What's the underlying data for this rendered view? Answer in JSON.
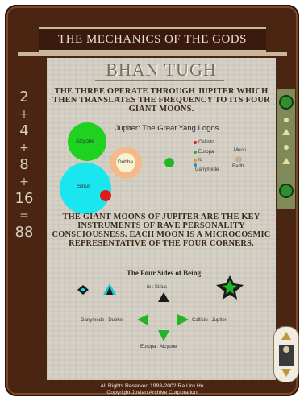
{
  "banner": {
    "title": "THE MECHANICS OF THE GODS"
  },
  "left_nav": {
    "items": [
      "2",
      "+",
      "4",
      "+",
      "8",
      "+",
      "16",
      "=",
      "88"
    ]
  },
  "page": {
    "title": "BHAN TUGH",
    "intro": "THE THREE OPERATE THROUGH JUPITER WHICH THEN TRANSLATES THE FREQUENCY TO ITS FOUR GIANT MOONS.",
    "paragraph": "THE GIANT MOONS OF JUPITER ARE THE KEY INSTRUMENTS OF RAVE PERSONALITY CONSCIOUSNESS. EACH MOON IS A MICROCOSMIC REPRESENTATIVE OF THE FOUR CORNERS."
  },
  "jupiter_diagram": {
    "title": "Jupiter: The Great Yang Logos",
    "bodies": {
      "alcyone": "Alcyone",
      "dubhe": "Dubhe",
      "sirius": "Sirius"
    },
    "moons": [
      "Callisto",
      "Europa",
      "Io",
      "Ganymede"
    ],
    "moon_label": "Moon",
    "earth_label": "Earth",
    "colors": {
      "alcyone": "#1fd21f",
      "dubhe": "#f3b98a",
      "sirius": "#19e6ee",
      "red_dot": "#e11a1a",
      "jupiter": "#23b523"
    }
  },
  "four_sides": {
    "title": "The Four Sides of Being",
    "labels": {
      "top": "Io : Sirius",
      "left": "Ganymede : Dubhe",
      "right": "Callisto : Jupiter",
      "bottom": "Europa : Alcyone"
    }
  },
  "footer": {
    "line1": "All Rights Reserved 1993-2002 Ra Uru Hu",
    "line2": "Copyright  Jovian Archive Corporation"
  }
}
